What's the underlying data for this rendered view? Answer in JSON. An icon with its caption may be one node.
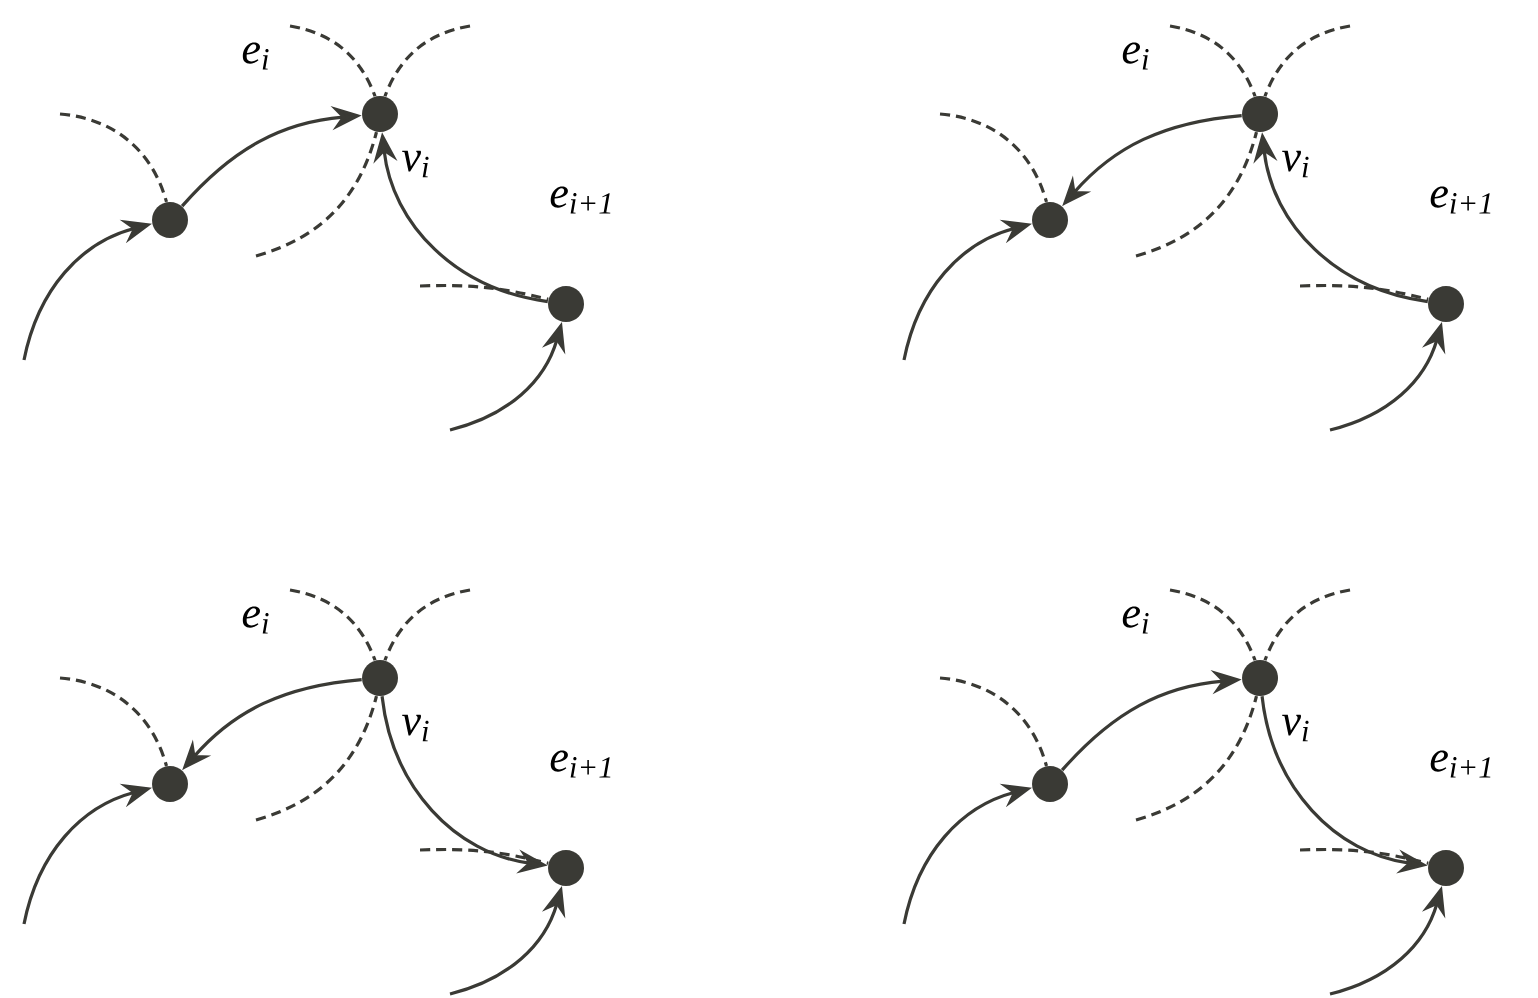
{
  "diagram": {
    "nodes": [
      {
        "text": [],
        "shape": "circle"
      },
      {
        "text": [],
        "shape": "circle",
        "beside": [
          "v$_{i}$"
        ]
      },
      {
        "text": [],
        "shape": "circle"
      },
      {
        "text": [],
        "shape": "circle"
      },
      {
        "text": [],
        "shape": "circle",
        "beside": [
          "v$_{i}$"
        ]
      },
      {
        "text": [],
        "shape": "circle"
      },
      {
        "text": [],
        "shape": "circle"
      },
      {
        "text": [],
        "shape": "circle",
        "beside": [
          "v$_{i}$"
        ]
      },
      {
        "text": [],
        "shape": "circle"
      },
      {
        "text": [],
        "shape": "circle"
      },
      {
        "text": [],
        "shape": "circle",
        "beside": [
          "v$_{i}$"
        ]
      },
      {
        "text": [],
        "shape": "circle"
      }
    ],
    "edges": [
      {
        "from": 0,
        "to": 1,
        "arrow": "to",
        "label": "e$_{i}$"
      },
      {
        "from": 2,
        "to": 1,
        "arrow": "to",
        "label": "e$_{i+1}$"
      },
      {
        "from": null,
        "to": 0,
        "arrow": "to"
      },
      {
        "from": null,
        "to": 2,
        "arrow": "to"
      },
      {
        "from": null,
        "to": 0,
        "arrow": "none",
        "style": "dashed"
      },
      {
        "from": null,
        "to": 1,
        "arrow": "none",
        "style": "dashed"
      },
      {
        "from": null,
        "to": 1,
        "arrow": "none",
        "style": "dashed"
      },
      {
        "from": null,
        "to": 1,
        "arrow": "none",
        "style": "dashed"
      },
      {
        "from": null,
        "to": 2,
        "arrow": "none",
        "style": "dashed"
      },
      {
        "from": 4,
        "to": 3,
        "arrow": "to",
        "label": "e$_{i}$"
      },
      {
        "from": 5,
        "to": 4,
        "arrow": "to",
        "label": "e$_{i+1}$"
      },
      {
        "from": null,
        "to": 3,
        "arrow": "to"
      },
      {
        "from": null,
        "to": 5,
        "arrow": "to"
      },
      {
        "from": null,
        "to": 3,
        "arrow": "none",
        "style": "dashed"
      },
      {
        "from": null,
        "to": 4,
        "arrow": "none",
        "style": "dashed"
      },
      {
        "from": null,
        "to": 4,
        "arrow": "none",
        "style": "dashed"
      },
      {
        "from": null,
        "to": 4,
        "arrow": "none",
        "style": "dashed"
      },
      {
        "from": null,
        "to": 5,
        "arrow": "none",
        "style": "dashed"
      },
      {
        "from": 7,
        "to": 6,
        "arrow": "to",
        "label": "e$_{i}$"
      },
      {
        "from": 7,
        "to": 8,
        "arrow": "to",
        "label": "e$_{i+1}$"
      },
      {
        "from": null,
        "to": 6,
        "arrow": "to"
      },
      {
        "from": null,
        "to": 8,
        "arrow": "to"
      },
      {
        "from": null,
        "to": 6,
        "arrow": "none",
        "style": "dashed"
      },
      {
        "from": null,
        "to": 7,
        "arrow": "none",
        "style": "dashed"
      },
      {
        "from": null,
        "to": 7,
        "arrow": "none",
        "style": "dashed"
      },
      {
        "from": null,
        "to": 7,
        "arrow": "none",
        "style": "dashed"
      },
      {
        "from": null,
        "to": 8,
        "arrow": "none",
        "style": "dashed"
      },
      {
        "from": 9,
        "to": 10,
        "arrow": "to",
        "label": "e$_{i}$"
      },
      {
        "from": 10,
        "to": 11,
        "arrow": "to",
        "label": "e$_{i+1}$"
      },
      {
        "from": null,
        "to": 9,
        "arrow": "to"
      },
      {
        "from": null,
        "to": 11,
        "arrow": "to"
      },
      {
        "from": null,
        "to": 9,
        "arrow": "none",
        "style": "dashed"
      },
      {
        "from": null,
        "to": 10,
        "arrow": "none",
        "style": "dashed"
      },
      {
        "from": null,
        "to": 10,
        "arrow": "none",
        "style": "dashed"
      },
      {
        "from": null,
        "to": 10,
        "arrow": "none",
        "style": "dashed"
      },
      {
        "from": null,
        "to": 11,
        "arrow": "none",
        "style": "dashed"
      }
    ]
  }
}
